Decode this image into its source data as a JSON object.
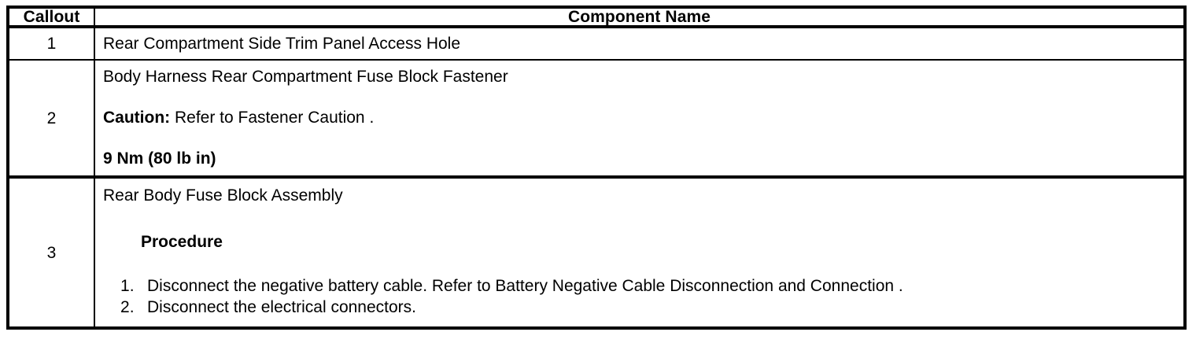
{
  "document": {
    "type": "service-manual-callout-table",
    "background_color": "#ffffff",
    "text_color": "#000000",
    "border_color": "#000000"
  },
  "table": {
    "columns": [
      {
        "key": "callout",
        "header": "Callout",
        "align": "center"
      },
      {
        "key": "component_name",
        "header": "Component Name",
        "align": "center"
      }
    ],
    "rows": [
      {
        "callout": "1",
        "blocks": [
          {
            "kind": "paragraph",
            "text": "Rear Compartment Side Trim Panel Access Hole",
            "bold": false
          }
        ]
      },
      {
        "callout": "2",
        "blocks": [
          {
            "kind": "paragraph",
            "text": "Body Harness Rear Compartment Fuse Block Fastener",
            "bold": false
          },
          {
            "kind": "paragraph-mixed",
            "lead": "Caution:",
            "rest": " Refer to Fastener Caution ."
          },
          {
            "kind": "paragraph",
            "text": "9 Nm (80 lb in)",
            "bold": true
          }
        ]
      },
      {
        "callout": "3",
        "blocks": [
          {
            "kind": "paragraph",
            "text": "Rear Body Fuse Block Assembly",
            "bold": false
          },
          {
            "kind": "heading",
            "text": "Procedure",
            "bold": true
          },
          {
            "kind": "ordered-list",
            "items": [
              "Disconnect the negative battery cable. Refer to Battery Negative Cable Disconnection and Connection .",
              "Disconnect the electrical connectors."
            ]
          }
        ]
      }
    ]
  }
}
